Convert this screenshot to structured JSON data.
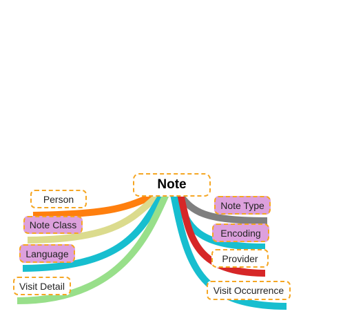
{
  "root": {
    "label": "Note"
  },
  "left_nodes": [
    {
      "id": "person",
      "label": "Person",
      "highlight": false,
      "link_color": "#ff7f0e"
    },
    {
      "id": "note-class",
      "label": "Note Class",
      "highlight": true,
      "link_color": "#dbdb8d"
    },
    {
      "id": "language",
      "label": "Language",
      "highlight": true,
      "link_color": "#17becf"
    },
    {
      "id": "visit-detail",
      "label": "Visit Detail",
      "highlight": false,
      "link_color": "#98df8a"
    }
  ],
  "right_nodes": [
    {
      "id": "note-type",
      "label": "Note Type",
      "highlight": true,
      "link_color": "#7f7f7f"
    },
    {
      "id": "encoding",
      "label": "Encoding",
      "highlight": true,
      "link_color": "#17becf"
    },
    {
      "id": "provider",
      "label": "Provider",
      "highlight": false,
      "link_color": "#d62728"
    },
    {
      "id": "visit-occurrence",
      "label": "Visit Occurrence",
      "highlight": false,
      "link_color": "#17becf"
    }
  ],
  "colors": {
    "node_border": "#f5a623",
    "highlight_fill": "#dda0dd",
    "node_fill": "#ffffff"
  }
}
